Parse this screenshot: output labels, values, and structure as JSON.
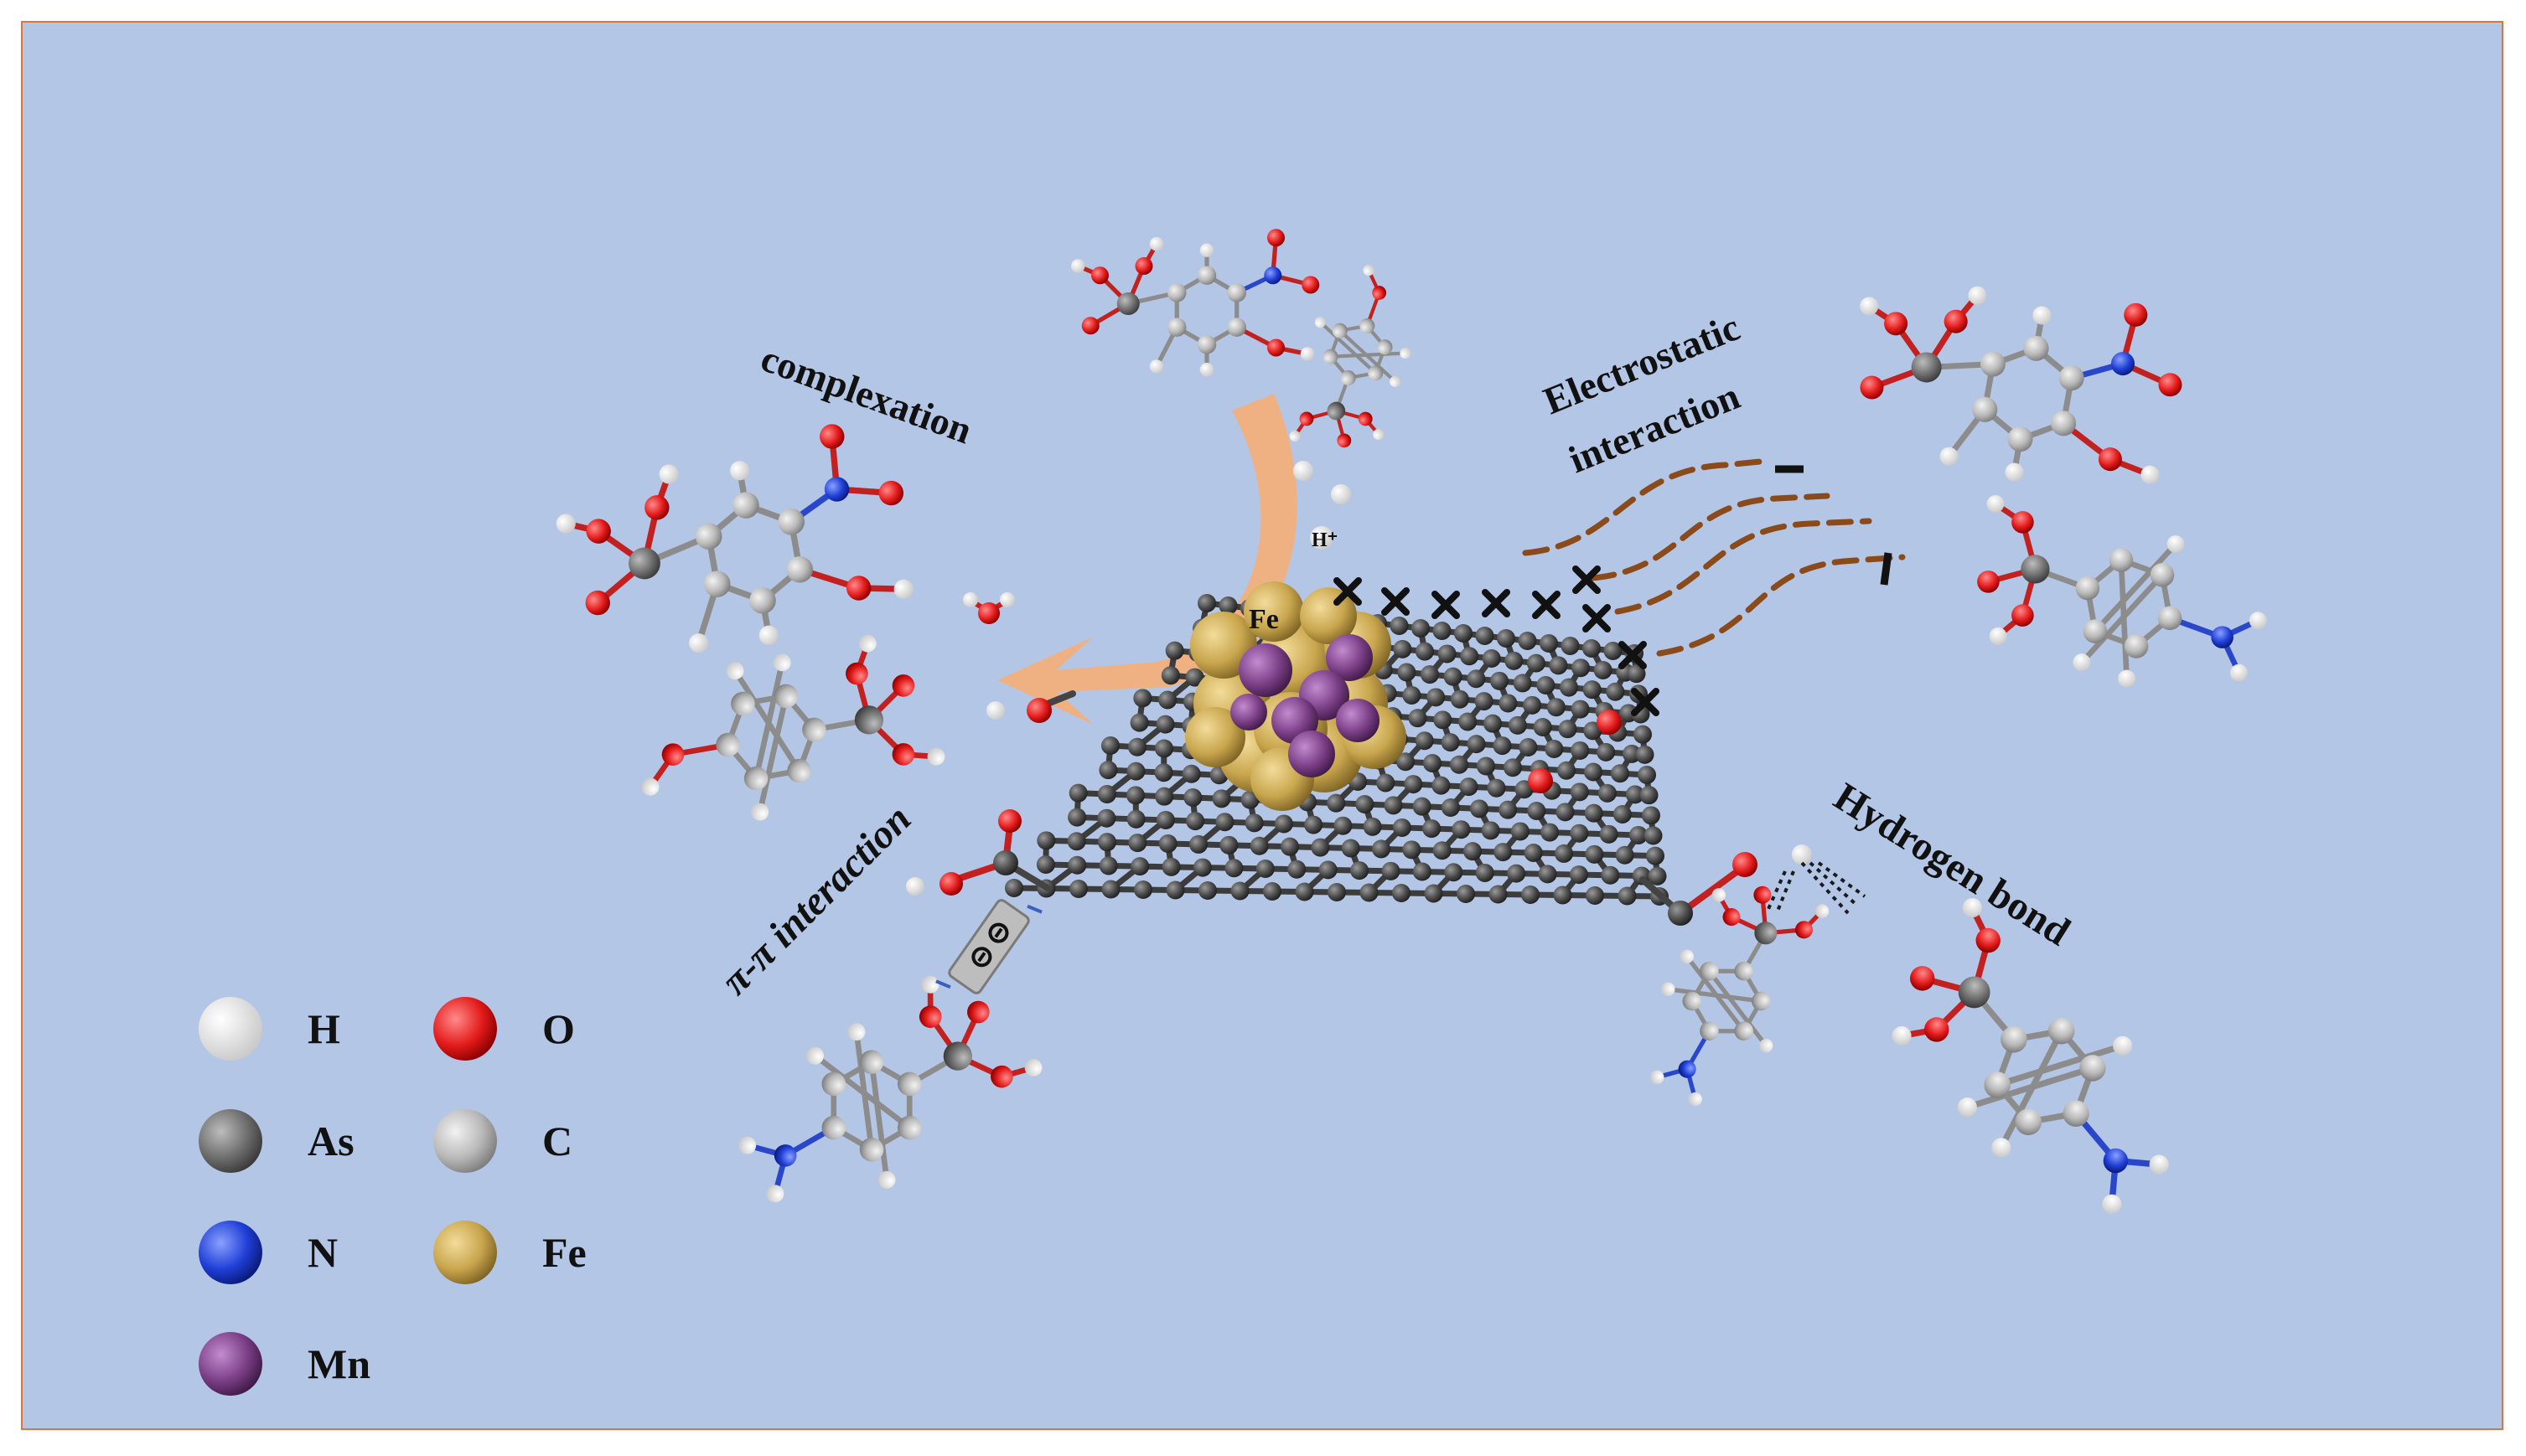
{
  "labels": {
    "complexation": "complexation",
    "electrostatic_line1": "Electrostatic",
    "electrostatic_line2": "interaction",
    "pi_interaction": "π-π interaction",
    "hydrogen_bond": "Hydrogen bond",
    "fe": "Fe",
    "h_plus": "H⁺"
  },
  "legend": [
    {
      "symbol": "H",
      "color": "#ffffff"
    },
    {
      "symbol": "O",
      "color": "#e31b1b"
    },
    {
      "symbol": "As",
      "color": "#6e6e6e"
    },
    {
      "symbol": "C",
      "color": "#b9b9b9"
    },
    {
      "symbol": "N",
      "color": "#1f3fd6"
    },
    {
      "symbol": "Fe",
      "color": "#c9a64e"
    },
    {
      "symbol": "Mn",
      "color": "#7b3f86"
    }
  ],
  "colors": {
    "background": "#b4c6e6",
    "border": "#d9773f",
    "graphene": "#3c3c3c",
    "arrow": "#f2b07c",
    "dashed_lines": "#8a4a1a"
  }
}
